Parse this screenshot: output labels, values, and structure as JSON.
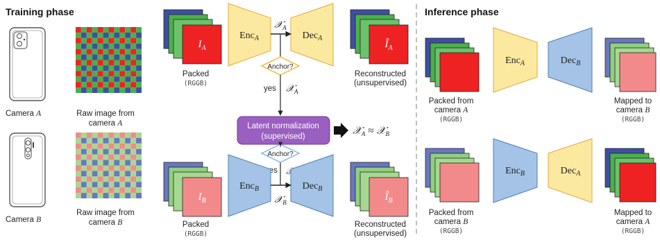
{
  "training": {
    "title": "Training phase",
    "camera_a_label": "Camera ",
    "camera_a_var": "A",
    "camera_b_label": "Camera ",
    "camera_b_var": "B",
    "raw_a_line1": "Raw image from",
    "raw_a_line2": "camera ",
    "raw_a_var": "A",
    "raw_b_line1": "Raw image from",
    "raw_b_line2": "camera ",
    "raw_b_var": "B",
    "packed_label": "Packed",
    "rggb": "(RGGB)",
    "input_a_sym": "I",
    "input_a_sub": "A",
    "input_b_sym": "I",
    "input_b_sub": "B",
    "recon_a_sym": "Î",
    "recon_a_sub": "A",
    "recon_b_sym": "Î",
    "recon_b_sub": "B",
    "enc_a": "Enc",
    "enc_a_sub": "A",
    "dec_a": "Dec",
    "dec_a_sub": "A",
    "enc_b": "Enc",
    "enc_b_sub": "B",
    "dec_b": "Dec",
    "dec_b_sub": "B",
    "latent_a_sym": "𝒳",
    "latent_a_sub": "A",
    "latent_b_sym": "𝒳",
    "latent_b_sub": "B",
    "anchor_label": "Anchor?",
    "yes_label": "yes",
    "reconstructed_line1": "Reconstructed",
    "reconstructed_line2": "(unsupervised)",
    "latent_norm_line1": "Latent normalization",
    "latent_norm_line2": "(supervised)",
    "approx_text": "≈"
  },
  "inference": {
    "title": "Inference phase",
    "packed_from_line1": "Packed from",
    "packed_from_line2": "camera ",
    "var_a": "A",
    "var_b": "B",
    "mapped_to_line1": "Mapped to",
    "mapped_to_line2": "camera ",
    "rggb": "(RGGB)",
    "enc": "Enc",
    "dec": "Dec"
  },
  "colors": {
    "red": "#ee2222",
    "pink": "#f28a8c",
    "green": "#4ab04a",
    "light_green": "#a6d98f",
    "blue": "#3e4fa3",
    "light_blue": "#6a77c0",
    "encoder_yellow": "#fce9a0",
    "decoder_blue": "#a4c3e6",
    "latent_purple": "#9a5fc0",
    "anchor_orange": "#f0b533",
    "anchor_blue": "#7fb3e8"
  }
}
